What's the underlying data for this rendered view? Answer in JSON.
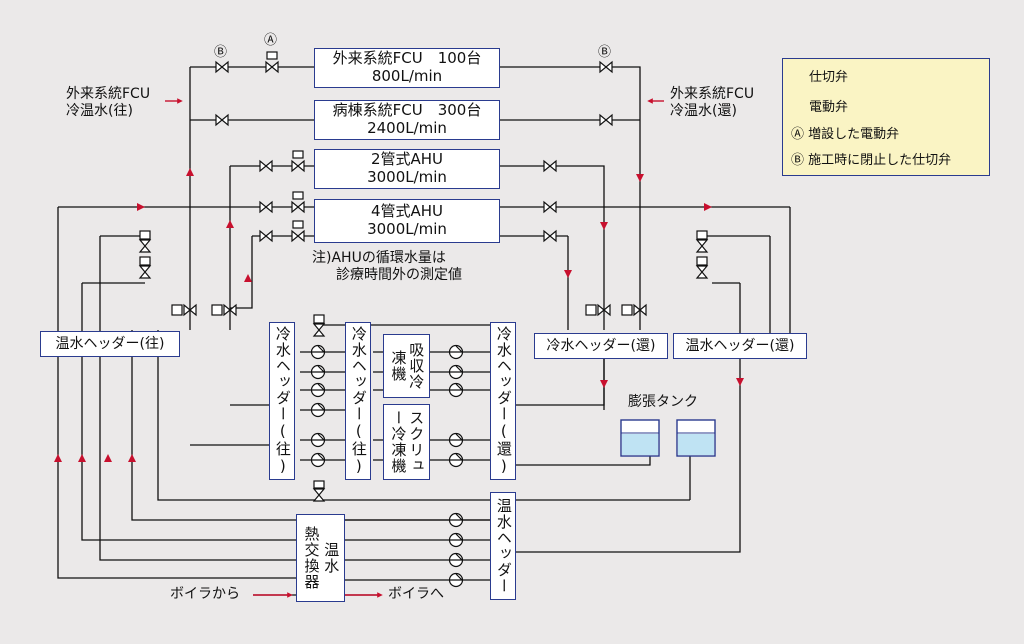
{
  "equipment": {
    "fcu_out": {
      "line1": "外来系統FCU　100台",
      "line2": "800L/min"
    },
    "fcu_ward": {
      "line1": "病棟系統FCU　300台",
      "line2": "2400L/min"
    },
    "ahu2": {
      "line1": "2管式AHU",
      "line2": "3000L/min"
    },
    "ahu4": {
      "line1": "4管式AHU",
      "line2": "3000L/min"
    }
  },
  "note": {
    "line1": "注)AHUの循環水量は",
    "line2": "診療時間外の測定値"
  },
  "external_in": {
    "line1": "外来系統FCU",
    "line2": "冷温水(往)"
  },
  "external_out": {
    "line1": "外来系統FCU",
    "line2": "冷温水(還)"
  },
  "headers": {
    "hot_supply": "温水ヘッダー(往)",
    "cold_return": "冷水ヘッダー(還)",
    "hot_return": "温水ヘッダー(還)",
    "cold_supply_1": "冷水ヘッダー(往)",
    "cold_supply_2": "冷水ヘッダー(往)",
    "cold_return_v": "冷水ヘッダー(還)",
    "hot_header_v": "温水ヘッダー"
  },
  "chillers": {
    "absorption": "吸収冷凍機",
    "screw": "スクリュー冷凍機"
  },
  "heat_exchanger": "熱交換器",
  "heat_exchanger_cols": [
    "温水",
    "熱交換器"
  ],
  "expansion_tank": "膨張タンク",
  "boiler_from": "ボイラから",
  "boiler_to": "ボイラへ",
  "marks": {
    "a": "Ⓐ",
    "b": "Ⓑ"
  },
  "legend": {
    "gate_valve": "仕切弁",
    "motor_valve": "電動弁",
    "added_motor_valve": "Ⓐ 増設した電動弁",
    "closed_gate_valve": "Ⓑ 施工時に閉止した仕切弁"
  },
  "colors": {
    "line": "#111111",
    "arrow": "#c8102e",
    "box_border": "#2a3b8f",
    "legend_bg": "#faf4c4"
  }
}
